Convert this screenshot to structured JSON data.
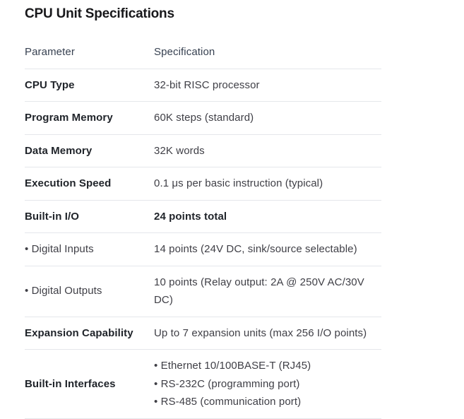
{
  "title": "CPU Unit Specifications",
  "colors": {
    "background": "#ffffff",
    "text_primary": "#1f2329",
    "text_secondary": "#3f3f46",
    "divider": "#e5e7eb"
  },
  "table": {
    "headers": [
      "Parameter",
      "Specification"
    ],
    "rows": [
      {
        "parameter": "CPU Type",
        "specification": "32-bit RISC processor"
      },
      {
        "parameter": "Program Memory",
        "specification": "60K steps (standard)"
      },
      {
        "parameter": "Data Memory",
        "specification": "32K words"
      },
      {
        "parameter": "Execution Speed",
        "specification": "0.1 μs per basic instruction (typical)"
      },
      {
        "parameter": "Built-in I/O",
        "specification": "24 points total"
      },
      {
        "parameter": "• Digital Inputs",
        "specification": "14 points (24V DC, sink/source selectable)"
      },
      {
        "parameter": "• Digital Outputs",
        "specification": "10 points (Relay output: 2A @ 250V AC/30V DC)"
      },
      {
        "parameter": "Expansion Capability",
        "specification": "Up to 7 expansion units (max 256 I/O points)"
      },
      {
        "parameter": "Built-in Interfaces",
        "specification_lines": [
          "• Ethernet 10/100BASE-T (RJ45)",
          "• RS-232C (programming port)",
          "• RS-485 (communication port)"
        ]
      }
    ]
  }
}
